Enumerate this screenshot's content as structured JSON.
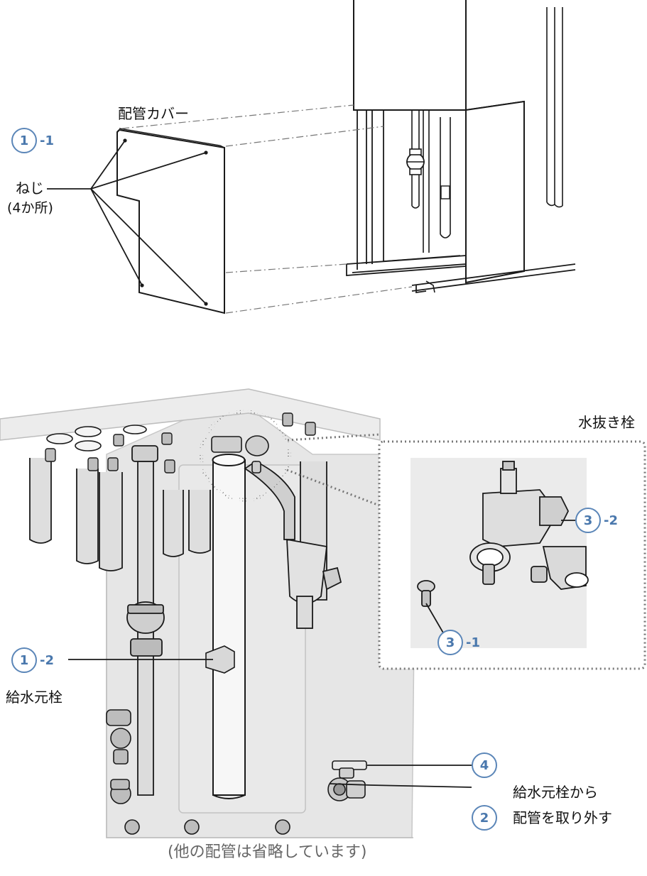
{
  "colors": {
    "badge": "#4a78ad",
    "housing": "#e6e6e6",
    "inset_bg": "#ebebeb",
    "line": "#1a1a1a"
  },
  "labels": {
    "pipe_cover": "配管カバー",
    "screws": "ねじ",
    "screws_count": "(4か所)",
    "drain_plug": "水抜き栓",
    "supply_valve": "給水元栓",
    "step2_line1": "給水元栓から",
    "step2_line2": "配管を取り外す",
    "caption": "(他の配管は省略しています)"
  },
  "badges": [
    {
      "num": "1",
      "suffix": "-1"
    },
    {
      "num": "1",
      "suffix": "-2"
    },
    {
      "num": "2",
      "suffix": ""
    },
    {
      "num": "3",
      "suffix": "-1"
    },
    {
      "num": "3",
      "suffix": "-2"
    },
    {
      "num": "4",
      "suffix": ""
    }
  ]
}
